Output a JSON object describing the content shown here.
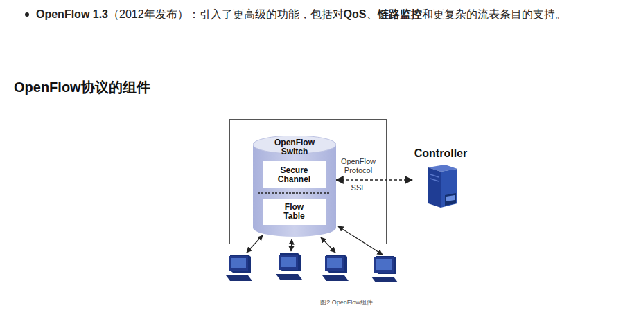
{
  "diagram": {
    "title": "OpenFlow协议的组件",
    "caption": "图2 OpenFlow组件",
    "nodes": [
      {
        "text": [
          "OpenFlow Switch"
        ]
      },
      {
        "text": [
          "Secure Channel"
        ],
        "in": 0
      },
      {
        "text": [
          "Flow Table"
        ],
        "in": 0
      },
      {
        "text": [
          "Controller"
        ]
      }
    ],
    "edges": [
      {
        "from": 0,
        "to": 3,
        "arrow": "both",
        "label": "OpenFlow Protocol"
      }
    ],
    "labels": [
      "OpenFlow 1.3",
      "（2012年发布）：引入了更高级的功能，包括对",
      "QoS",
      "、",
      "链路监控",
      "和更复杂的流表条目的支持。",
      "SSL"
    ]
  }
}
